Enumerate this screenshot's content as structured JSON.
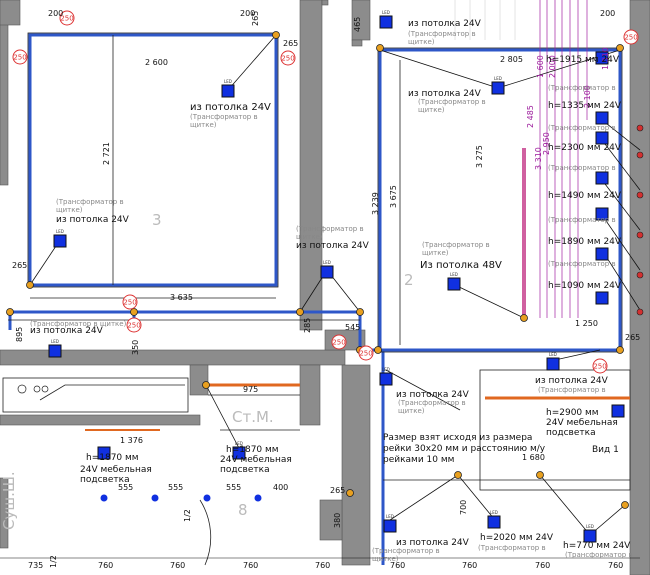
{
  "drawing": {
    "colors": {
      "wall": "#9a9a9a",
      "tape": "#2e57c8",
      "connector": "#e06820",
      "magenta": "#a020a0",
      "red": "#d33030",
      "orange": "#e06820",
      "led_box": "#1030e0"
    },
    "dims": {
      "d200a": "200",
      "d200b": "200",
      "d265a": "265",
      "d265top": "265",
      "d2600": "2 600",
      "d2721": "2 721",
      "d3635": "3 635",
      "d265b": "265",
      "d895": "895",
      "d350": "350",
      "d545": "545",
      "d465": "465",
      "d2805": "2 805",
      "d3239": "3 239",
      "d3675": "3 675",
      "d3275": "3 275",
      "d1250": "1 250",
      "d265c": "265",
      "d975": "975",
      "d1376": "1 376",
      "d1680": "1 680",
      "d555a": "555",
      "d555b": "555",
      "d555c": "555",
      "d400": "400",
      "d265d": "265",
      "d380": "380",
      "d700": "700",
      "d12": "1/2",
      "d12b": "1/2",
      "d735": "735",
      "d760a": "760",
      "d760b": "760",
      "d760c": "760",
      "d760d": "760",
      "d760e": "760",
      "d760f": "760",
      "d760g": "760",
      "d760h": "760",
      "d285": "285",
      "d200c": "200"
    },
    "mag_dims": {
      "m1600": "1 600",
      "m1310": "1 310",
      "m2100": "2 100",
      "m2485": "2 485",
      "m2950": "2 950",
      "m3310": "3 310",
      "m2000": "2 000"
    },
    "tags_250": [
      "250",
      "250",
      "250",
      "250",
      "250",
      "250",
      "250",
      "250",
      "250"
    ],
    "rooms": {
      "r3": "3",
      "r2": "2",
      "r8": "8",
      "r_stm": "Ст.М.",
      "r_sush": "Суш.Ш."
    },
    "labels": {
      "ceiling24": "из потолка 24V",
      "ceiling24b": "из потолка  24V",
      "ceiling48": "Из потолка 48V",
      "trans": "(Трансформатор в щитке)",
      "trans2": "(Трансформатор в",
      "trans3": "щитке)",
      "h1915": "h=1915 мм 24V",
      "h1335": "h=1335 мм 24V",
      "h2300": "h=2300 мм 24V",
      "h1490": "h=1490 мм 24V",
      "h1890": "h=1890 мм 24V",
      "h1090": "h=1090 мм 24V",
      "h2900": "h=2900 мм",
      "furniture": "24V мебельная",
      "podsvetka": "подсветка",
      "h1870a": "h=1870 мм",
      "h1870b": "h=1870 мм",
      "h2020": "h=2020 мм 24V",
      "h770": "h=770 мм 24V",
      "note1": "Размер взят исходя из размера",
      "note2": "рейки 30х20 мм и расстоянию м/у",
      "note3": "рейками 10 мм",
      "view1": "Вид 1",
      "led": "LED"
    }
  }
}
